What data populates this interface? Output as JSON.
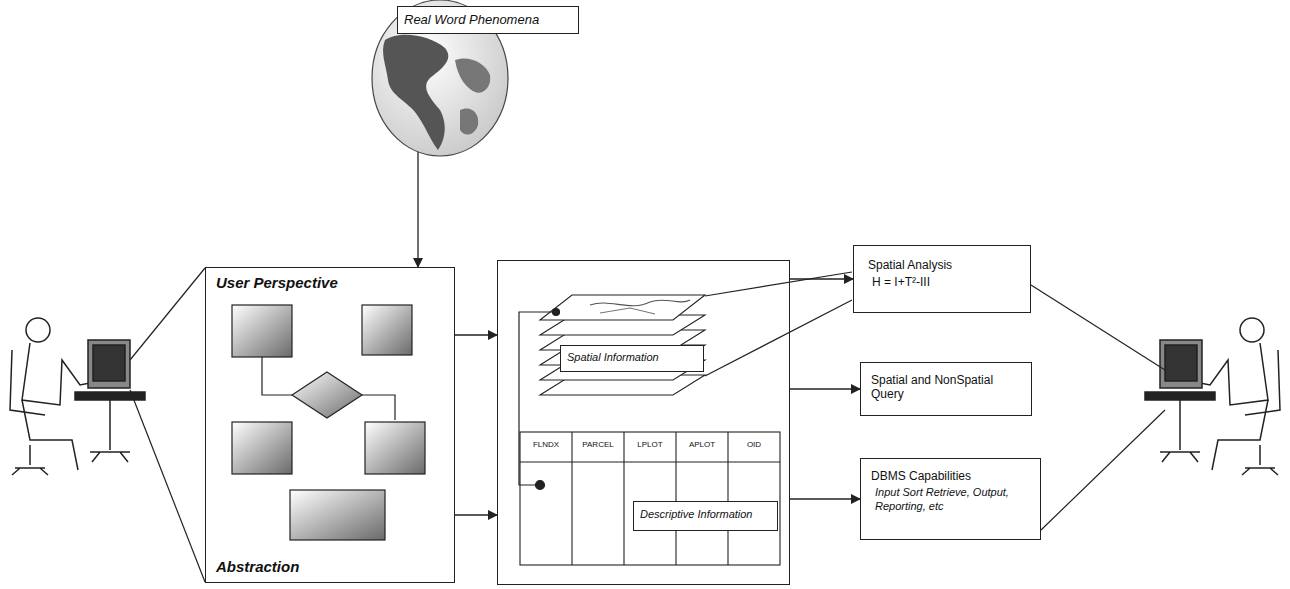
{
  "diagram": {
    "nodes": [
      {
        "text": [
          "Real Word Phenomena"
        ]
      },
      {
        "text": [
          "User Perspective",
          "Abstraction"
        ]
      },
      {
        "text": []
      },
      {
        "text": [
          "Spatial Information"
        ],
        "in": 2
      },
      {
        "text": [
          "Descriptive Information"
        ],
        "in": 2
      },
      {
        "text": [
          "Spatial Analysis",
          "H = I+T²-III"
        ]
      },
      {
        "text": [
          "Spatial and NonSpatial Query"
        ]
      },
      {
        "text": [
          "DBMS Capabilities",
          "Input Sort Retrieve, Output, Reporting, etc"
        ]
      }
    ],
    "edges": [
      {
        "from": 0,
        "to": 1,
        "arrow": "to"
      },
      {
        "from": 1,
        "to": 2,
        "arrow": "to"
      },
      {
        "from": 1,
        "to": 2,
        "arrow": "to"
      },
      {
        "from": 2,
        "to": 5,
        "arrow": "to"
      },
      {
        "from": 2,
        "to": 6,
        "arrow": "to"
      },
      {
        "from": 2,
        "to": 7,
        "arrow": "to"
      }
    ],
    "labels": [
      "FLNDX",
      "PARCEL",
      "LPLOT",
      "APLOT",
      "OID"
    ]
  }
}
